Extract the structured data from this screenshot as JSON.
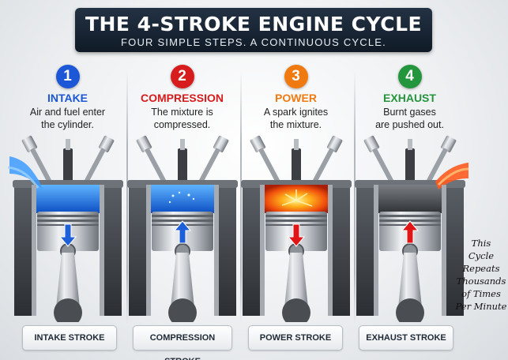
{
  "header": {
    "title": "THE 4-STROKE ENGINE CYCLE",
    "subtitle": "FOUR SIMPLE STEPS. A CONTINUOUS CYCLE."
  },
  "stages": [
    {
      "number": "1",
      "title": "INTAKE",
      "desc_line1": "Air and fuel enter",
      "desc_line2": "the cylinder.",
      "label": "INTAKE STROKE",
      "color": "#1b57d6",
      "arrow": "down",
      "chamber": "blue"
    },
    {
      "number": "2",
      "title": "COMPRESSION",
      "desc_line1": "The mixture is",
      "desc_line2": "compressed.",
      "label": "COMPRESSION STROKE",
      "color": "#d61c1c",
      "arrow": "up",
      "chamber": "blue"
    },
    {
      "number": "3",
      "title": "POWER",
      "desc_line1": "A spark ignites",
      "desc_line2": "the mixture.",
      "label": "POWER STROKE",
      "color": "#f07a10",
      "arrow": "down",
      "chamber": "fire"
    },
    {
      "number": "4",
      "title": "EXHAUST",
      "desc_line1": "Burnt gases",
      "desc_line2": "are pushed out.",
      "label": "EXHAUST STROKE",
      "color": "#23953c",
      "arrow": "up",
      "chamber": "smoke"
    }
  ],
  "note": {
    "line1": "This",
    "line2": "Cycle",
    "line3": "Repeats",
    "line4": "Thousands",
    "line5": "of Times",
    "line6": "Per Minute"
  },
  "icons": {
    "engine": "engine-cylinder-icon",
    "piston": "piston-icon",
    "valve": "valve-icon",
    "arrow": "direction-arrow-icon"
  }
}
